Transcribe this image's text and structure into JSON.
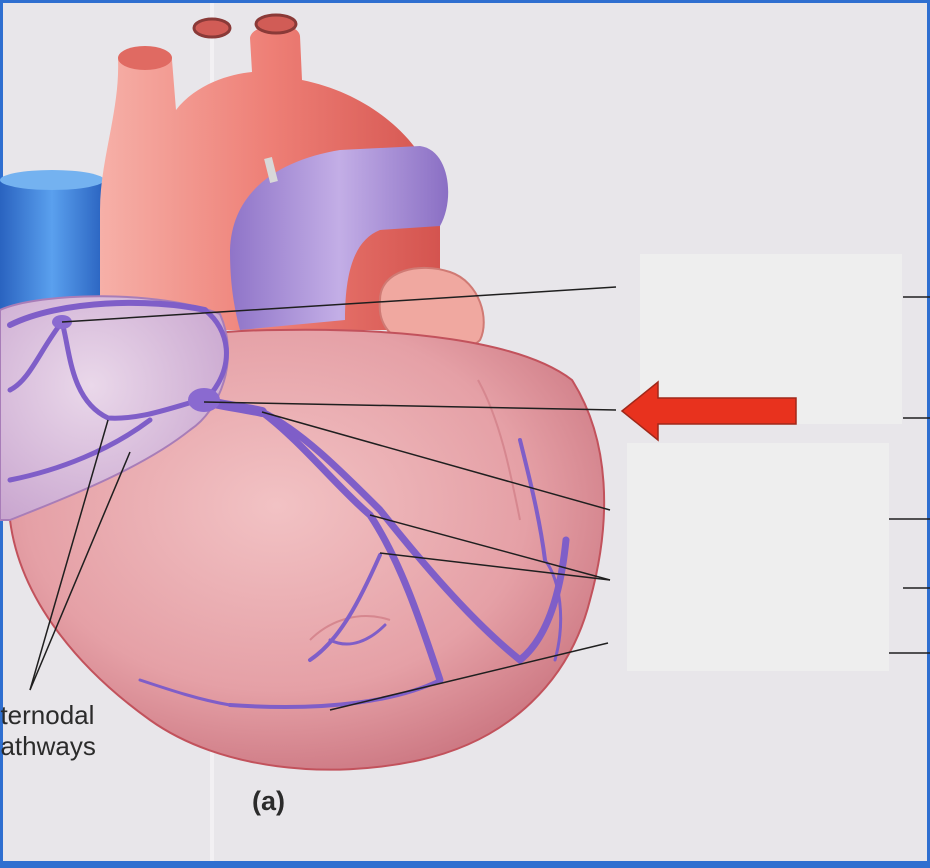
{
  "figure": {
    "labels": {
      "internodal_line1": "nternodal",
      "internodal_line2": "pathways",
      "panel": "(a)"
    },
    "label_boxes": [
      "blank-label-box-upper",
      "blank-label-box-lower"
    ],
    "arrow": {
      "color": "#e8321e",
      "direction": "left"
    },
    "colors": {
      "frame": "#2f6fd0",
      "page": "#e8e6ea",
      "heart_muscle": "#e19aa0",
      "aorta": "#ec7a72",
      "vena_cava": "#3f86d8",
      "pulmonary_trunk": "#a58ad0",
      "conduction_system": "#8a6ad0",
      "label_box": "#eeeeee"
    }
  }
}
